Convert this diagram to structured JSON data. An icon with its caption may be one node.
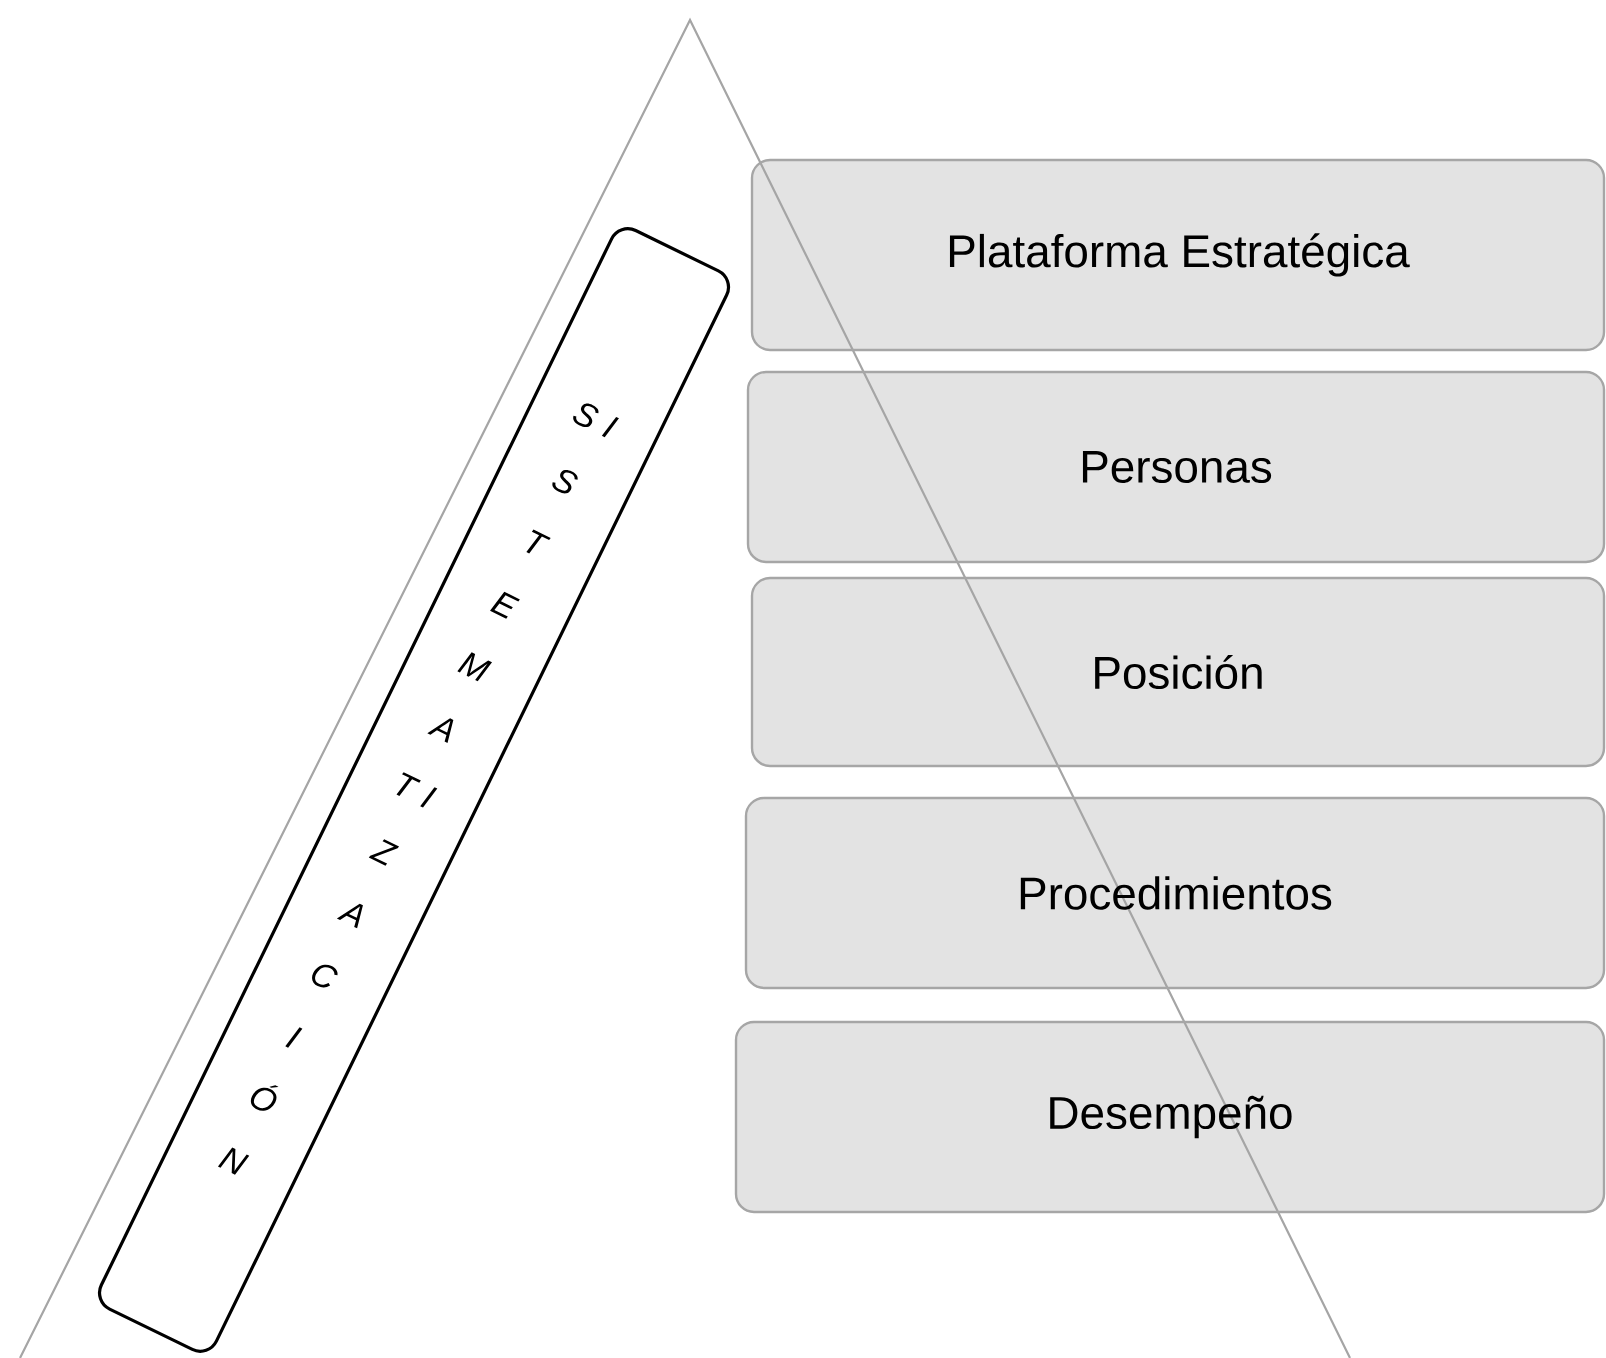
{
  "diagram": {
    "nodes": [
      {
        "text": [
          "S I S T E M A T I Z A C I Ó N"
        ]
      },
      {
        "text": [
          "Plataforma Estratégica"
        ]
      },
      {
        "text": [
          "Personas"
        ]
      },
      {
        "text": [
          "Posición"
        ]
      },
      {
        "text": [
          "Procedimientos"
        ]
      },
      {
        "text": [
          "Desempeño"
        ]
      }
    ]
  }
}
